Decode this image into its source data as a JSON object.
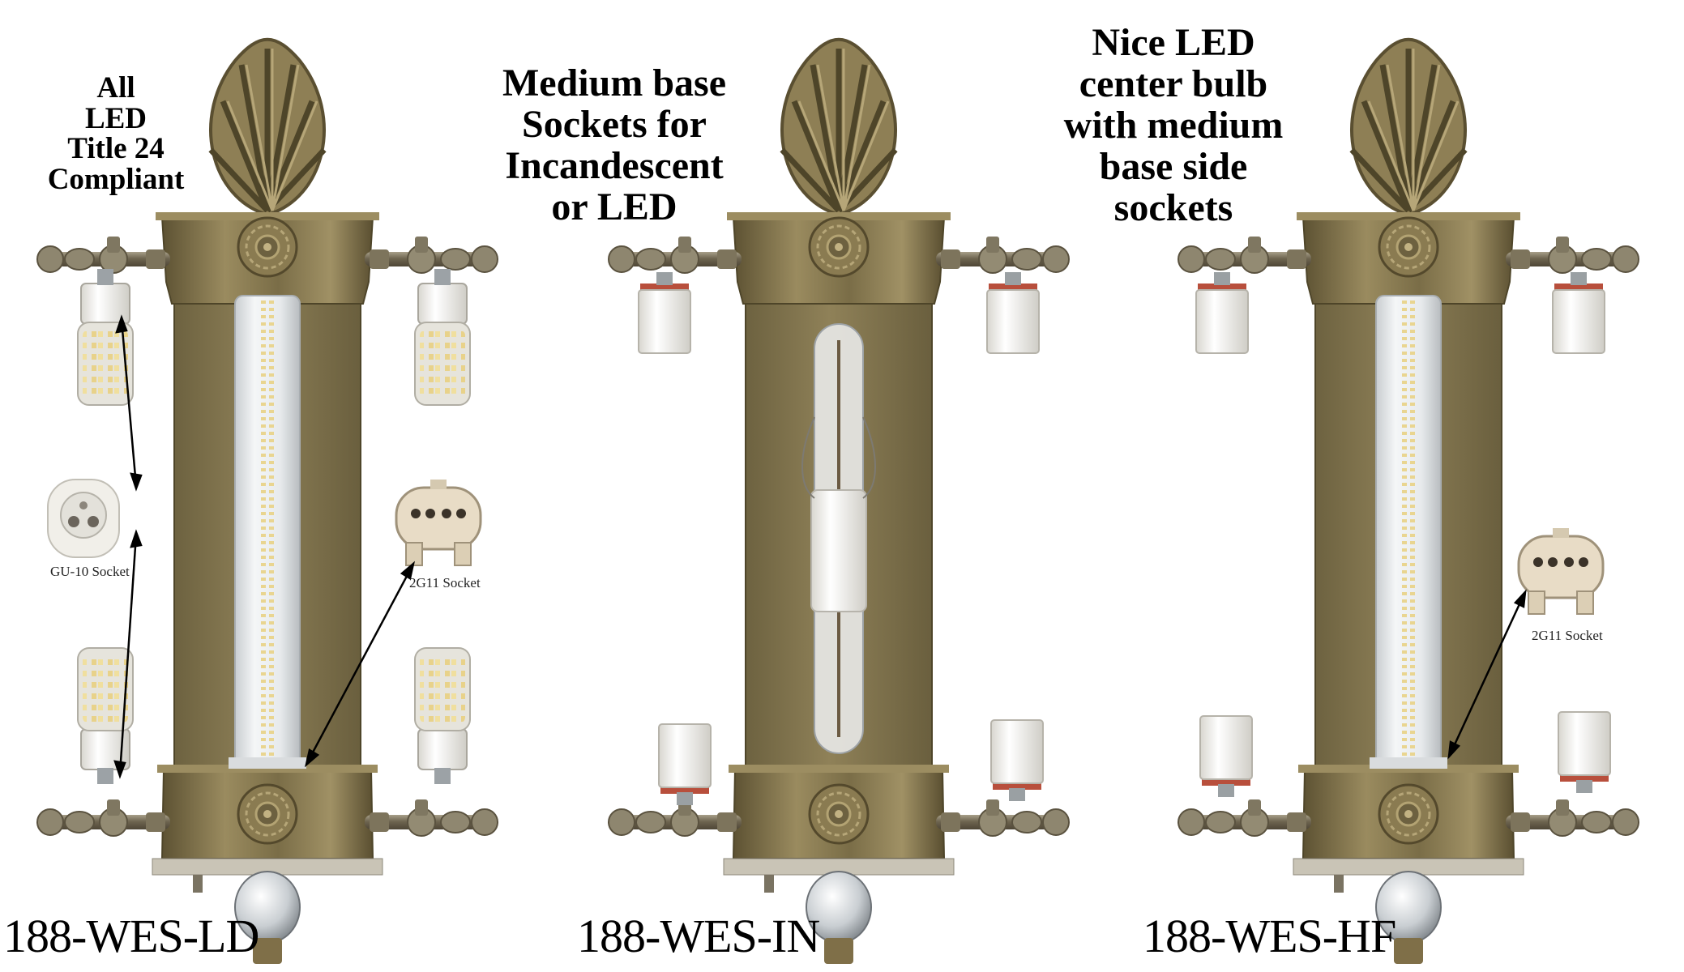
{
  "captions": {
    "left": [
      "All",
      "LED",
      "Title 24",
      "Compliant"
    ],
    "middle": [
      "Medium base",
      "Sockets for",
      "Incandescent",
      "or LED"
    ],
    "right": [
      "Nice LED",
      "center bulb",
      "with medium",
      "base side",
      "sockets"
    ]
  },
  "models": {
    "left": "188-WES-LD",
    "middle": "188-WES-IN",
    "right": "188-WES-HF"
  },
  "socket_labels": {
    "gu10": "GU-10 Socket",
    "g2g11_left": "2G11 Socket",
    "g2g11_right": "2G11 Socket"
  },
  "colors": {
    "brass": "#8a7c55",
    "brass_dark": "#5f5436",
    "brass_light": "#b3a478",
    "porcelain": "#f3f1ea"
  }
}
